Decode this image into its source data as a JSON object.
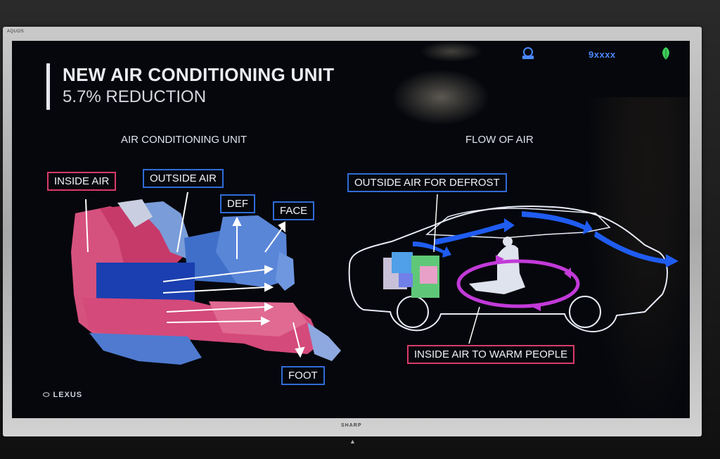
{
  "tv": {
    "brand_top": "AQUOS",
    "brand_bottom": "SHARP"
  },
  "slide": {
    "title": "NEW AIR CONDITIONING UNIT",
    "subtitle": "5.7% REDUCTION",
    "top_code": "9xxxx",
    "logo_text": "LEXUS",
    "left_section": {
      "heading": "AIR CONDITIONING UNIT",
      "labels": {
        "inside_air": "INSIDE AIR",
        "outside_air": "OUTSIDE AIR",
        "def": "DEF",
        "face": "FACE",
        "foot": "FOOT"
      }
    },
    "right_section": {
      "heading": "FLOW OF AIR",
      "labels": {
        "outside_defrost": "OUTSIDE AIR FOR DEFROST",
        "inside_warm": "INSIDE AIR TO WARM PEOPLE"
      }
    }
  },
  "colors": {
    "blue_accent": "#2f6cd8",
    "red_accent": "#d83a6a",
    "magenta_flow": "#c23ad8",
    "screen_bg": "#05070c"
  },
  "icons": {
    "top_left": "badge-icon",
    "top_right": "leaf-icon"
  }
}
